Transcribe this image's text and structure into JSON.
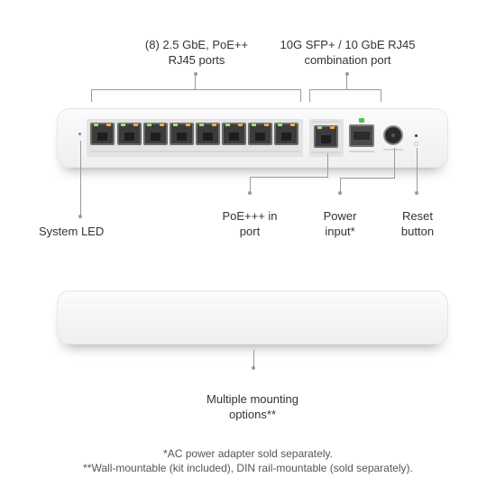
{
  "labels": {
    "rj45_ports": [
      "(8) 2.5 GbE, PoE++",
      "RJ45 ports"
    ],
    "combo_port": [
      "10G SFP+ / 10 GbE RJ45",
      "combination port"
    ],
    "system_led": "System LED",
    "poe_in": [
      "PoE+++ in",
      "port"
    ],
    "power_input": [
      "Power",
      "input*"
    ],
    "reset_button": [
      "Reset",
      "button"
    ],
    "mounting": [
      "Multiple mounting",
      "options**"
    ]
  },
  "footnotes": [
    "*AC power adapter sold separately.",
    "**Wall-mountable (kit included), DIN rail-mountable (sold separately)."
  ],
  "colors": {
    "link_led": "#9be36e",
    "activity_led": "#f0a94a",
    "system_led": "#5b8de8",
    "sfp_led": "#4ec24e"
  }
}
